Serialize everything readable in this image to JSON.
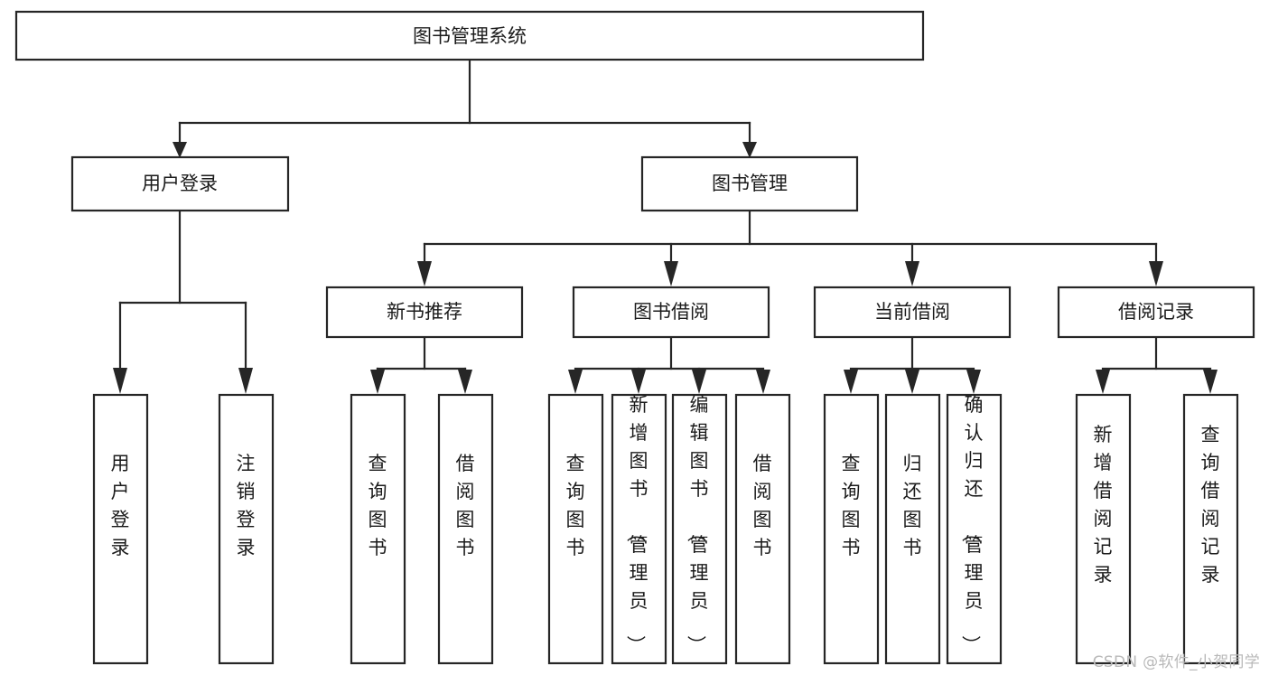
{
  "diagram": {
    "type": "tree-flowchart",
    "title": "图书管理系统",
    "colors": {
      "background": "#ffffff",
      "stroke": "#262626",
      "text": "#1b1b1b",
      "watermark": "#b9b9b9"
    },
    "root": {
      "label": "图书管理系统"
    },
    "level2": [
      {
        "label": "用户登录"
      },
      {
        "label": "图书管理"
      }
    ],
    "level3": [
      {
        "label": "新书推荐"
      },
      {
        "label": "图书借阅"
      },
      {
        "label": "当前借阅"
      },
      {
        "label": "借阅记录"
      }
    ],
    "leaves": {
      "user_login": [
        {
          "label": "用户登录"
        },
        {
          "label": "注销登录"
        }
      ],
      "new_book_recommend": [
        {
          "label": "查询图书"
        },
        {
          "label": "借阅图书"
        }
      ],
      "book_borrow": [
        {
          "label": "查询图书"
        },
        {
          "label": "新增图书（管理员）"
        },
        {
          "label": "编辑图书（管理员）"
        },
        {
          "label": "借阅图书"
        }
      ],
      "current_borrow": [
        {
          "label": "查询图书"
        },
        {
          "label": "归还图书"
        },
        {
          "label": "确认归还（管理员）"
        }
      ],
      "borrow_record": [
        {
          "label": "新增借阅记录"
        },
        {
          "label": "查询借阅记录"
        }
      ]
    }
  },
  "watermark": {
    "text": "CSDN @软件_小贺同学"
  }
}
